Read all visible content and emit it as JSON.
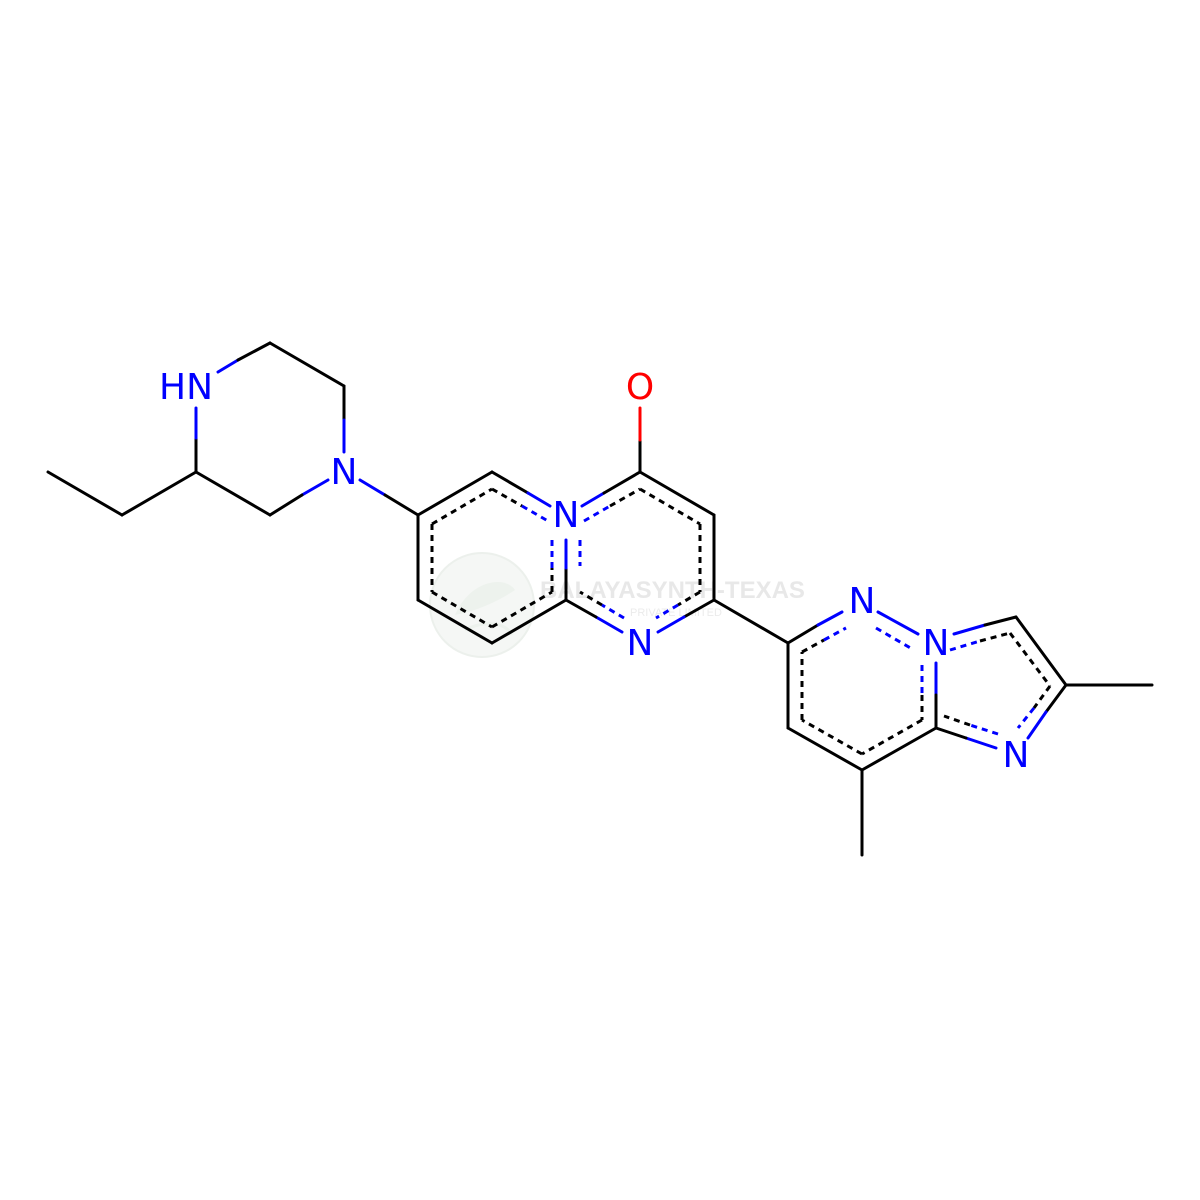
{
  "colors": {
    "carbon_bond": "#000000",
    "nitrogen": "#0000ff",
    "oxygen": "#ff0000",
    "watermark": "#e0e6e0",
    "background": "#ffffff"
  },
  "atoms": {
    "hn": "HN",
    "n_piperazine": "N",
    "oxygen": "O",
    "n_bridgehead": "N",
    "n_pyrimidine": "N",
    "n_pyridazine": "N",
    "n_imidazo_bridge": "N",
    "n_imidazole": "N"
  },
  "watermark": {
    "brand": "BALAYASYNTH-TEXAS",
    "line2": "PRIVATE LIMITED",
    "logo_icon": "leaf-logo-icon"
  }
}
